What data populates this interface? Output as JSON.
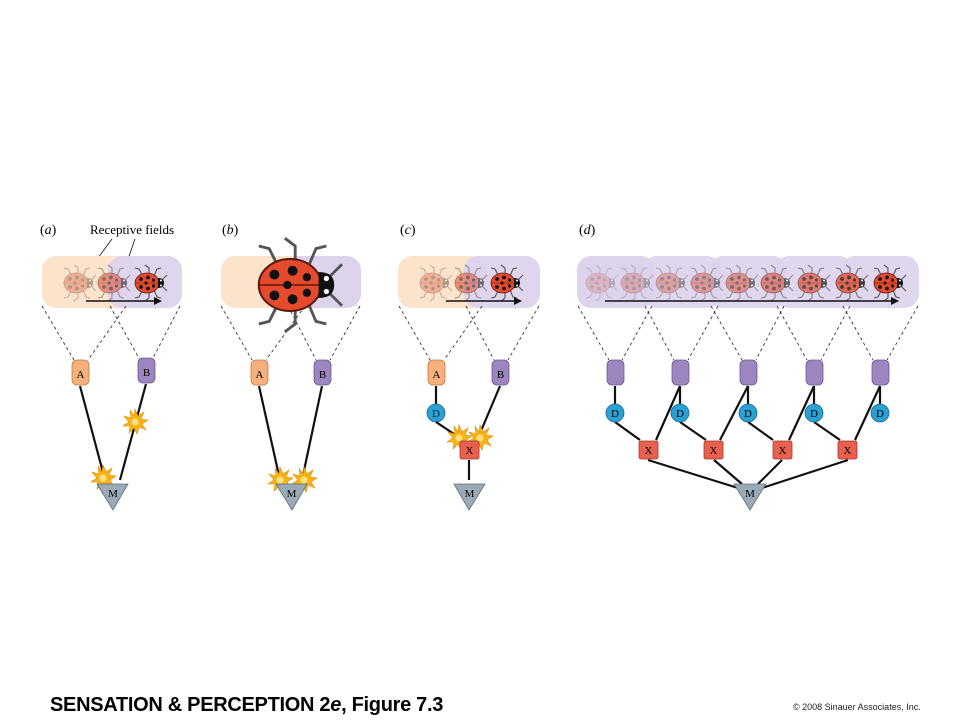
{
  "panels": {
    "a": {
      "label": "(a)",
      "letter": "a",
      "annotation": "Receptive fields"
    },
    "b": {
      "label": "(b)",
      "letter": "b"
    },
    "c": {
      "label": "(c)",
      "letter": "c"
    },
    "d": {
      "label": "(d)",
      "letter": "d"
    }
  },
  "neurons": {
    "A": "A",
    "B": "B",
    "D": "D",
    "X": "X",
    "M": "M"
  },
  "colors": {
    "field_orange": "#fbe3cc",
    "field_purple": "#ddd3ec",
    "neuron_A": "#f6b07e",
    "neuron_B": "#9d86bf",
    "neuron_D": "#2ba0d2",
    "neuron_X": "#e8614f",
    "neuron_M": "#9aaab6",
    "ladybug_red": "#e64a2c",
    "flash": "#f7b418"
  },
  "icons": [
    "ladybug-icon",
    "motion-arrow-icon",
    "flash-icon",
    "synapse-icon"
  ],
  "footer": {
    "title_main": "SENSATION & PERCEPTION 2",
    "title_edition": "e",
    "title_figure": ", Figure 7.3",
    "copyright": "© 2008 Sinauer Associates, Inc."
  }
}
